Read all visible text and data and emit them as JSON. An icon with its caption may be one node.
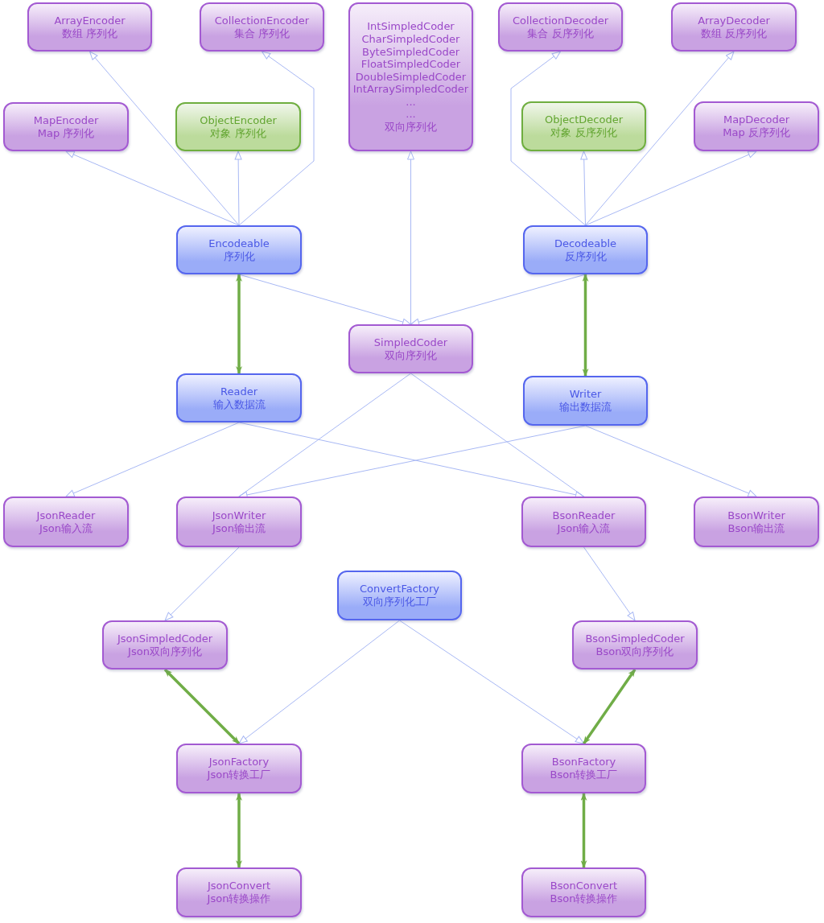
{
  "diagram": {
    "nodes": [
      {
        "text": [
          "ArrayEncoder",
          "数组 序列化"
        ]
      },
      {
        "text": [
          "CollectionEncoder",
          "集合 序列化"
        ]
      },
      {
        "text": [
          "IntSimpledCoder",
          "CharSimpledCoder",
          "ByteSimpledCoder",
          "FloatSimpledCoder",
          "DoubleSimpledCoder",
          "IntArraySimpledCoder",
          "...",
          "...",
          "双向序列化"
        ]
      },
      {
        "text": [
          "CollectionDecoder",
          "集合 反序列化"
        ]
      },
      {
        "text": [
          "ArrayDecoder",
          "数组 反序列化"
        ]
      },
      {
        "text": [
          "MapEncoder",
          "Map 序列化"
        ]
      },
      {
        "text": [
          "ObjectEncoder",
          "对象 序列化"
        ]
      },
      {
        "text": [
          "ObjectDecoder",
          "对象 反序列化"
        ]
      },
      {
        "text": [
          "MapDecoder",
          "Map 反序列化"
        ]
      },
      {
        "text": [
          "Encodeable",
          "序列化"
        ]
      },
      {
        "text": [
          "Decodeable",
          "反序列化"
        ]
      },
      {
        "text": [
          "SimpledCoder",
          "双向序列化"
        ]
      },
      {
        "text": [
          "Reader",
          "输入数据流"
        ]
      },
      {
        "text": [
          "Writer",
          "输出数据流"
        ]
      },
      {
        "text": [
          "JsonReader",
          "Json输入流"
        ]
      },
      {
        "text": [
          "JsonWriter",
          "Json输出流"
        ]
      },
      {
        "text": [
          "BsonReader",
          "Json输入流"
        ]
      },
      {
        "text": [
          "BsonWriter",
          "Bson输出流"
        ]
      },
      {
        "text": [
          "ConvertFactory",
          "双向序列化工厂"
        ]
      },
      {
        "text": [
          "JsonSimpledCoder",
          "Json双向序列化"
        ]
      },
      {
        "text": [
          "BsonSimpledCoder",
          "Bson双向序列化"
        ]
      },
      {
        "text": [
          "JsonFactory",
          "Json转换工厂"
        ]
      },
      {
        "text": [
          "BsonFactory",
          "Bson转换工厂"
        ]
      },
      {
        "text": [
          "JsonConvert",
          "Json转换操作"
        ]
      },
      {
        "text": [
          "BsonConvert",
          "Bson转换操作"
        ]
      }
    ],
    "edges": [
      {
        "from": 9,
        "to": 0,
        "arrow": "to"
      },
      {
        "from": 9,
        "to": 1,
        "arrow": "to"
      },
      {
        "from": 9,
        "to": 5,
        "arrow": "to"
      },
      {
        "from": 9,
        "to": 6,
        "arrow": "to"
      },
      {
        "from": 10,
        "to": 3,
        "arrow": "to"
      },
      {
        "from": 10,
        "to": 4,
        "arrow": "to"
      },
      {
        "from": 10,
        "to": 7,
        "arrow": "to"
      },
      {
        "from": 10,
        "to": 8,
        "arrow": "to"
      },
      {
        "from": 11,
        "to": 2,
        "arrow": "to"
      },
      {
        "from": 9,
        "to": 11,
        "arrow": "to"
      },
      {
        "from": 10,
        "to": 11,
        "arrow": "to"
      },
      {
        "from": 9,
        "to": 12,
        "arrow": "both",
        "style": "thick",
        "color": "#70ad47"
      },
      {
        "from": 10,
        "to": 13,
        "arrow": "both",
        "style": "thick",
        "color": "#70ad47"
      },
      {
        "from": 12,
        "to": 14,
        "arrow": "to"
      },
      {
        "from": 12,
        "to": 16,
        "arrow": "to"
      },
      {
        "from": 13,
        "to": 15,
        "arrow": "to"
      },
      {
        "from": 13,
        "to": 17,
        "arrow": "to"
      },
      {
        "from": 11,
        "to": 15,
        "arrow": "none"
      },
      {
        "from": 11,
        "to": 16,
        "arrow": "none"
      },
      {
        "from": 15,
        "to": 19,
        "arrow": "to"
      },
      {
        "from": 16,
        "to": 20,
        "arrow": "to"
      },
      {
        "from": 18,
        "to": 21,
        "arrow": "to"
      },
      {
        "from": 18,
        "to": 22,
        "arrow": "to"
      },
      {
        "from": 19,
        "to": 21,
        "arrow": "both",
        "style": "thick",
        "color": "#70ad47"
      },
      {
        "from": 20,
        "to": 22,
        "arrow": "both",
        "style": "thick",
        "color": "#70ad47"
      },
      {
        "from": 21,
        "to": 23,
        "arrow": "both",
        "style": "thick",
        "color": "#70ad47"
      },
      {
        "from": 22,
        "to": 24,
        "arrow": "both",
        "style": "thick",
        "color": "#70ad47"
      }
    ]
  }
}
